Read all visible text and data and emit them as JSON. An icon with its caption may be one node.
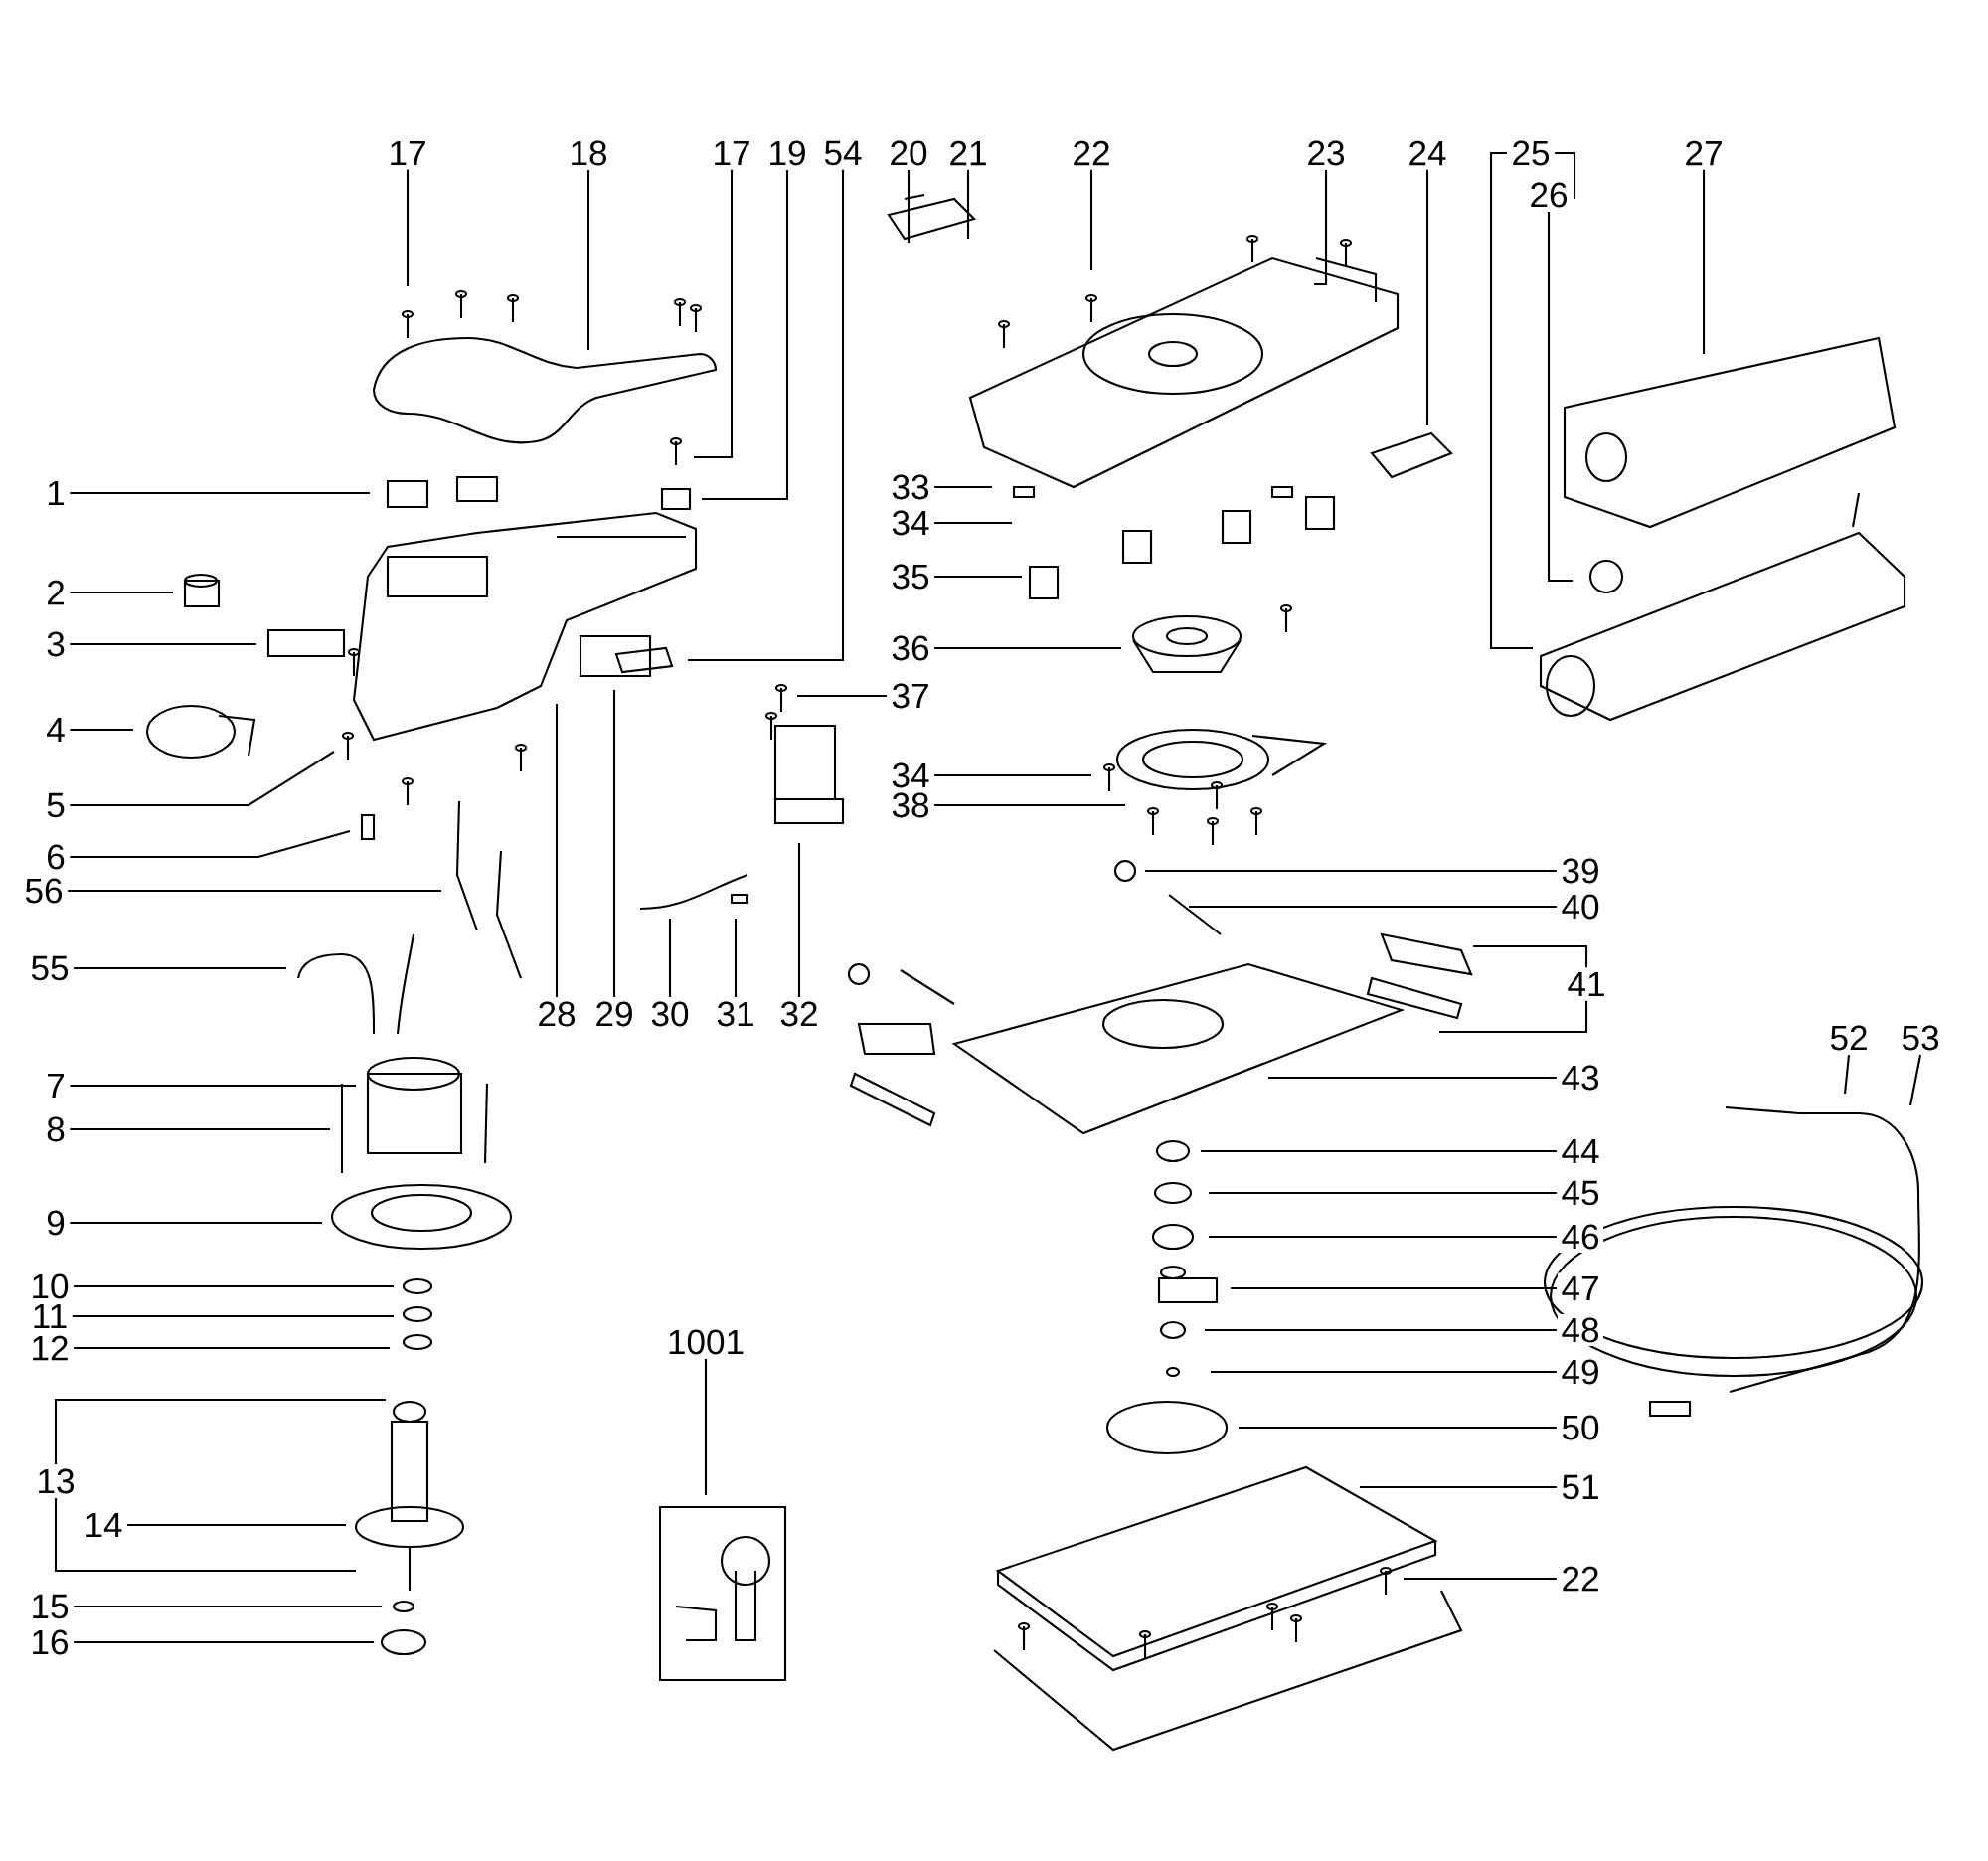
{
  "diagram": {
    "nodes": [
      {
        "text": [
          "17"
        ]
      },
      {
        "text": [
          "18"
        ]
      },
      {
        "text": [
          "17"
        ]
      },
      {
        "text": [
          "19"
        ]
      },
      {
        "text": [
          "54"
        ]
      },
      {
        "text": [
          "20"
        ]
      },
      {
        "text": [
          "21"
        ]
      },
      {
        "text": [
          "22"
        ]
      },
      {
        "text": [
          "23"
        ]
      },
      {
        "text": [
          "24"
        ]
      },
      {
        "text": [
          "25"
        ]
      },
      {
        "text": [
          "26"
        ]
      },
      {
        "text": [
          "27"
        ]
      },
      {
        "text": [
          "1"
        ]
      },
      {
        "text": [
          "33"
        ]
      },
      {
        "text": [
          "34"
        ]
      },
      {
        "text": [
          "2"
        ]
      },
      {
        "text": [
          "35"
        ]
      },
      {
        "text": [
          "3"
        ]
      },
      {
        "text": [
          "36"
        ]
      },
      {
        "text": [
          "37"
        ]
      },
      {
        "text": [
          "4"
        ]
      },
      {
        "text": [
          "5"
        ]
      },
      {
        "text": [
          "34"
        ]
      },
      {
        "text": [
          "38"
        ]
      },
      {
        "text": [
          "6"
        ]
      },
      {
        "text": [
          "56"
        ]
      },
      {
        "text": [
          "28"
        ]
      },
      {
        "text": [
          "29"
        ]
      },
      {
        "text": [
          "30"
        ]
      },
      {
        "text": [
          "31"
        ]
      },
      {
        "text": [
          "32"
        ]
      },
      {
        "text": [
          "39"
        ]
      },
      {
        "text": [
          "40"
        ]
      },
      {
        "text": [
          "55"
        ]
      },
      {
        "text": [
          "41"
        ]
      },
      {
        "text": [
          "43"
        ]
      },
      {
        "text": [
          "52"
        ]
      },
      {
        "text": [
          "53"
        ]
      },
      {
        "text": [
          "7"
        ]
      },
      {
        "text": [
          "8"
        ]
      },
      {
        "text": [
          "44"
        ]
      },
      {
        "text": [
          "45"
        ]
      },
      {
        "text": [
          "9"
        ]
      },
      {
        "text": [
          "46"
        ]
      },
      {
        "text": [
          "47"
        ]
      },
      {
        "text": [
          "10"
        ]
      },
      {
        "text": [
          "11"
        ]
      },
      {
        "text": [
          "12"
        ]
      },
      {
        "text": [
          "48"
        ]
      },
      {
        "text": [
          "49"
        ]
      },
      {
        "text": [
          "1001"
        ]
      },
      {
        "text": [
          "13"
        ]
      },
      {
        "text": [
          "50"
        ]
      },
      {
        "text": [
          "14"
        ]
      },
      {
        "text": [
          "51"
        ]
      },
      {
        "text": [
          "22"
        ]
      },
      {
        "text": [
          "15"
        ]
      },
      {
        "text": [
          "16"
        ]
      }
    ],
    "edges": [
      {
        "from": 0,
        "to": null,
        "arrow": "none"
      },
      {
        "from": 1,
        "to": null,
        "arrow": "none"
      },
      {
        "from": 2,
        "to": null,
        "arrow": "none"
      },
      {
        "from": 3,
        "to": null,
        "arrow": "none"
      },
      {
        "from": 4,
        "to": null,
        "arrow": "none"
      },
      {
        "from": 5,
        "to": null,
        "arrow": "none"
      },
      {
        "from": 6,
        "to": null,
        "arrow": "none"
      },
      {
        "from": 7,
        "to": null,
        "arrow": "none"
      },
      {
        "from": 8,
        "to": null,
        "arrow": "none"
      },
      {
        "from": 9,
        "to": null,
        "arrow": "none"
      },
      {
        "from": 10,
        "to": null,
        "arrow": "none"
      },
      {
        "from": 11,
        "to": null,
        "arrow": "none"
      },
      {
        "from": 12,
        "to": null,
        "arrow": "none"
      },
      {
        "from": 13,
        "to": null,
        "arrow": "none"
      },
      {
        "from": 14,
        "to": null,
        "arrow": "none"
      },
      {
        "from": 15,
        "to": null,
        "arrow": "none"
      },
      {
        "from": 16,
        "to": null,
        "arrow": "none"
      },
      {
        "from": 17,
        "to": null,
        "arrow": "none"
      },
      {
        "from": 18,
        "to": null,
        "arrow": "none"
      },
      {
        "from": 19,
        "to": null,
        "arrow": "none"
      },
      {
        "from": 20,
        "to": null,
        "arrow": "none"
      },
      {
        "from": 21,
        "to": null,
        "arrow": "none"
      },
      {
        "from": 22,
        "to": null,
        "arrow": "none"
      },
      {
        "from": 23,
        "to": null,
        "arrow": "none"
      },
      {
        "from": 24,
        "to": null,
        "arrow": "none"
      },
      {
        "from": 25,
        "to": null,
        "arrow": "none"
      },
      {
        "from": 26,
        "to": null,
        "arrow": "none"
      },
      {
        "from": 27,
        "to": null,
        "arrow": "none"
      },
      {
        "from": 28,
        "to": null,
        "arrow": "none"
      },
      {
        "from": 29,
        "to": null,
        "arrow": "none"
      },
      {
        "from": 30,
        "to": null,
        "arrow": "none"
      },
      {
        "from": 31,
        "to": null,
        "arrow": "none"
      },
      {
        "from": 32,
        "to": null,
        "arrow": "none"
      },
      {
        "from": 33,
        "to": null,
        "arrow": "none"
      },
      {
        "from": 34,
        "to": null,
        "arrow": "none"
      },
      {
        "from": 35,
        "to": null,
        "arrow": "none"
      },
      {
        "from": 36,
        "to": null,
        "arrow": "none"
      },
      {
        "from": 37,
        "to": null,
        "arrow": "none"
      },
      {
        "from": 38,
        "to": null,
        "arrow": "none"
      },
      {
        "from": 39,
        "to": null,
        "arrow": "none"
      },
      {
        "from": 40,
        "to": null,
        "arrow": "none"
      },
      {
        "from": 41,
        "to": null,
        "arrow": "none"
      },
      {
        "from": 42,
        "to": null,
        "arrow": "none"
      },
      {
        "from": 43,
        "to": null,
        "arrow": "none"
      },
      {
        "from": 44,
        "to": null,
        "arrow": "none"
      },
      {
        "from": 45,
        "to": null,
        "arrow": "none"
      },
      {
        "from": 46,
        "to": null,
        "arrow": "none"
      },
      {
        "from": 47,
        "to": null,
        "arrow": "none"
      },
      {
        "from": 48,
        "to": null,
        "arrow": "none"
      },
      {
        "from": 49,
        "to": null,
        "arrow": "none"
      },
      {
        "from": 50,
        "to": null,
        "arrow": "none"
      },
      {
        "from": 51,
        "to": null,
        "arrow": "none"
      },
      {
        "from": 52,
        "to": null,
        "arrow": "none"
      },
      {
        "from": 53,
        "to": null,
        "arrow": "none"
      },
      {
        "from": 54,
        "to": null,
        "arrow": "none"
      },
      {
        "from": 55,
        "to": null,
        "arrow": "none"
      },
      {
        "from": 56,
        "to": null,
        "arrow": "none"
      },
      {
        "from": 57,
        "to": null,
        "arrow": "none"
      },
      {
        "from": 58,
        "to": null,
        "arrow": "none"
      }
    ]
  }
}
